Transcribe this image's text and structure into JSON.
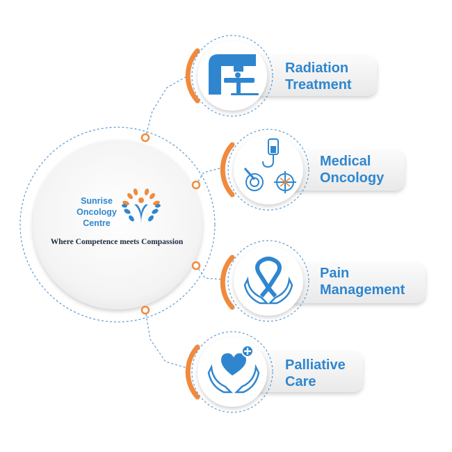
{
  "center": {
    "brand_lines": [
      "Sunrise",
      "Oncology",
      "Centre"
    ],
    "tagline": "Where Competence meets Compassion"
  },
  "services": [
    {
      "lines": [
        "Radiation",
        "Treatment"
      ],
      "icon": "radiation-machine-icon"
    },
    {
      "lines": [
        "Medical",
        "Oncology"
      ],
      "icon": "iv-drip-target-icon"
    },
    {
      "lines": [
        "Pain",
        "Management"
      ],
      "icon": "ribbon-hands-icon"
    },
    {
      "lines": [
        "Palliative",
        "Care"
      ],
      "icon": "heart-hands-icon"
    }
  ],
  "colors": {
    "blue": "#2f86cf",
    "orange": "#f08a3c",
    "dashed": "#5b9bd5",
    "pill": "#f2f2f2"
  }
}
